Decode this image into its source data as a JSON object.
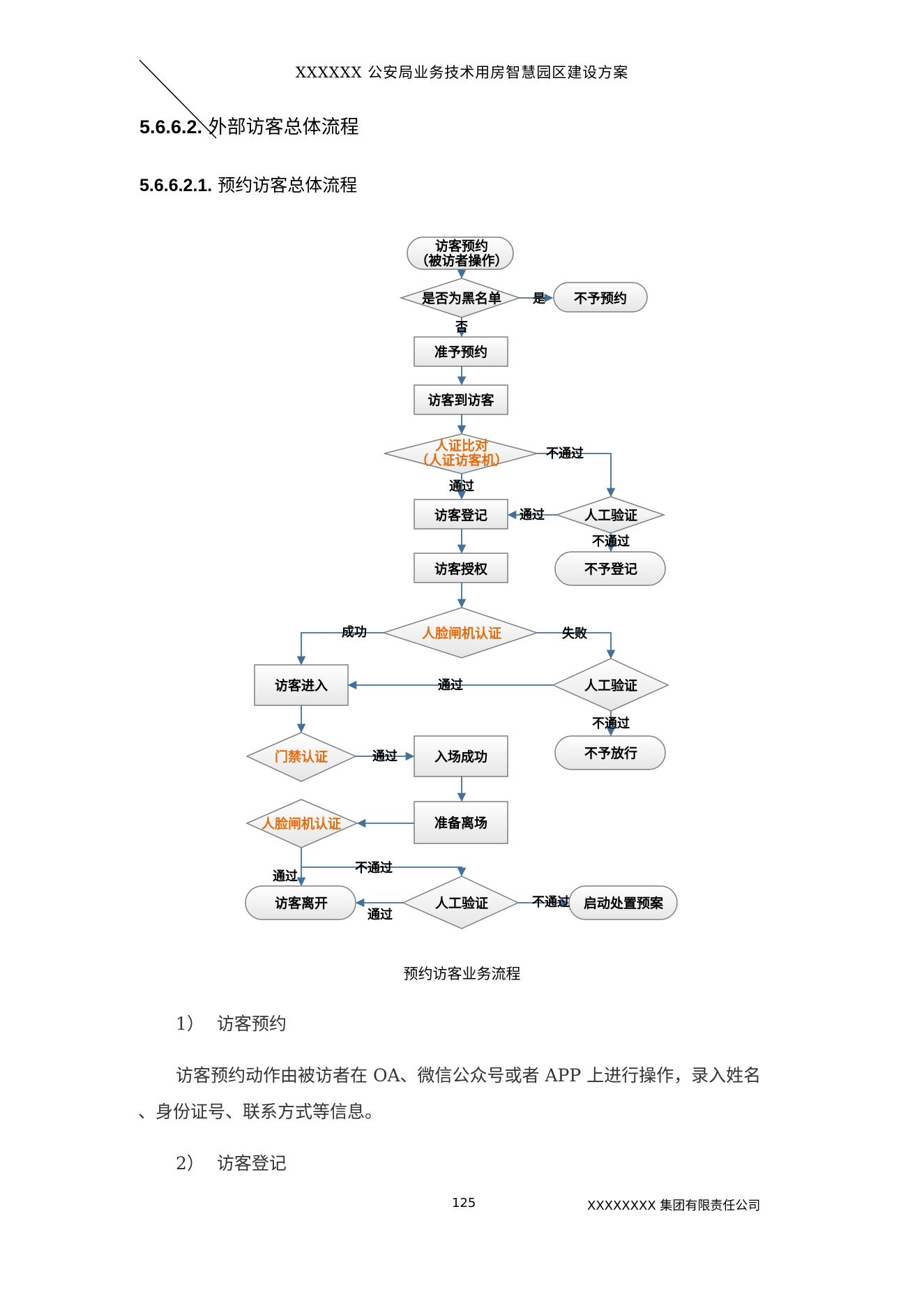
{
  "header": {
    "title": "XXXXXX 公安局业务技术用房智慧园区建设方案"
  },
  "section": {
    "number": "5.6.6.2.",
    "title": "外部访客总体流程"
  },
  "subsection": {
    "number": "5.6.6.2.1.",
    "title": "预约访客总体流程"
  },
  "flowchart": {
    "nodes": {
      "visitor_booking_1": "访客预约",
      "visitor_booking_2": "（被访者操作）",
      "blacklist": "是否为黑名单",
      "deny_booking": "不予预约",
      "approve_booking": "准予预约",
      "visitor_arrive": "访客到访客",
      "id_compare_1": "人证比对",
      "id_compare_2": "（人证访客机）",
      "visitor_register": "访客登记",
      "manual_verify_1": "人工验证",
      "deny_register": "不予登记",
      "visitor_authorize": "访客授权",
      "face_gate_1": "人脸闸机认证",
      "visitor_enter": "访客进入",
      "manual_verify_2": "人工验证",
      "deny_pass": "不予放行",
      "door_auth": "门禁认证",
      "entry_success": "入场成功",
      "prepare_leave": "准备离场",
      "face_gate_2": "人脸闸机认证",
      "visitor_leave": "访客离开",
      "manual_verify_3": "人工验证",
      "start_plan": "启动处置预案"
    },
    "edges": {
      "yes": "是",
      "no": "否",
      "fail_1": "不通过",
      "pass_1": "通过",
      "pass_2": "通过",
      "fail_2": "不通过",
      "success": "成功",
      "failure": "失败",
      "pass_3": "通过",
      "fail_3": "不通过",
      "pass_4": "通过",
      "pass_5": "通过",
      "fail_4": "不通过",
      "fail_5": "不通过",
      "pass_6": "通过"
    },
    "colors": {
      "line": "#41719c",
      "highlight": "#e46c0a",
      "box_border": "#7f7f7f"
    }
  },
  "caption": "预约访客业务流程",
  "items": [
    {
      "label": "1）",
      "title": "访客预约"
    },
    {
      "label": "2）",
      "title": "访客登记"
    }
  ],
  "paragraph": {
    "line1": "访客预约动作由被访者在 OA、微信公众号或者 APP 上进行操作，录入姓名",
    "line2": "、身份证号、联系方式等信息。"
  },
  "footer": {
    "page": "125",
    "company": "XXXXXXXX 集团有限责任公司"
  }
}
